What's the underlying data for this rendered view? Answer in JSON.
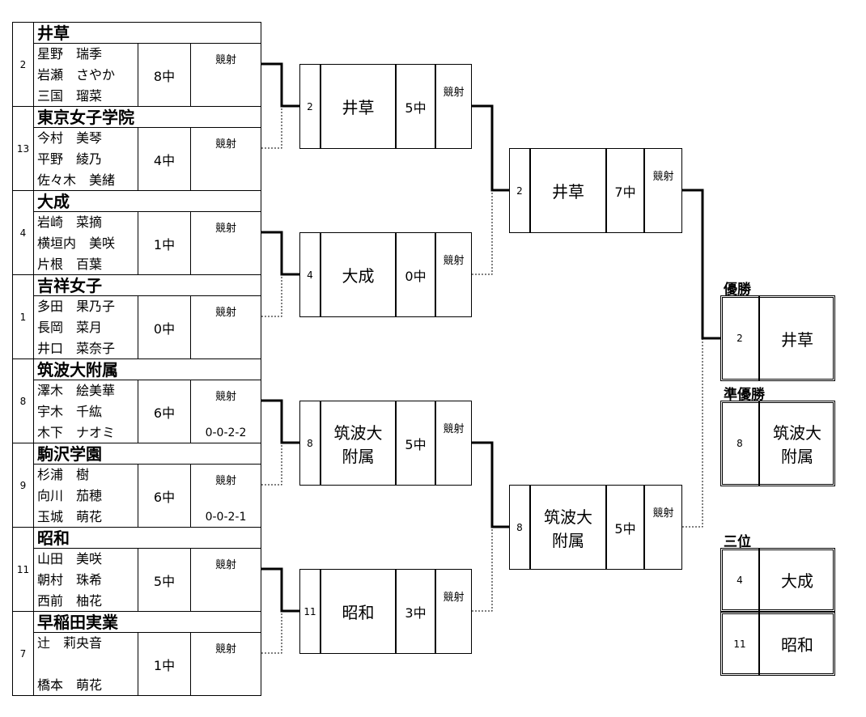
{
  "kyosha_label": "競射",
  "round1": [
    {
      "seed": "2",
      "name": "井草",
      "players": [
        "星野　瑞季",
        "岩瀬　さやか",
        "三国　瑠菜"
      ],
      "hits": "8中",
      "shootoff": ""
    },
    {
      "seed": "13",
      "name": "東京女子学院",
      "players": [
        "今村　美琴",
        "平野　綾乃",
        "佐々木　美緒"
      ],
      "hits": "4中",
      "shootoff": ""
    },
    {
      "seed": "4",
      "name": "大成",
      "players": [
        "岩崎　菜摘",
        "横垣内　美咲",
        "片根　百葉"
      ],
      "hits": "1中",
      "shootoff": ""
    },
    {
      "seed": "1",
      "name": "吉祥女子",
      "players": [
        "多田　果乃子",
        "長岡　菜月",
        "井口　菜奈子"
      ],
      "hits": "0中",
      "shootoff": ""
    },
    {
      "seed": "8",
      "name": "筑波大附属",
      "players": [
        "澤木　絵美華",
        "宇木　千紘",
        "木下　ナオミ"
      ],
      "hits": "6中",
      "shootoff": "0-0-2-2"
    },
    {
      "seed": "9",
      "name": "駒沢学園",
      "players": [
        "杉浦　樹",
        "向川　茄穂",
        "玉城　萌花"
      ],
      "hits": "6中",
      "shootoff": "0-0-2-1"
    },
    {
      "seed": "11",
      "name": "昭和",
      "players": [
        "山田　美咲",
        "朝村　珠希",
        "西前　柚花"
      ],
      "hits": "5中",
      "shootoff": ""
    },
    {
      "seed": "7",
      "name": "早稲田実業",
      "players": [
        "辻　莉央音",
        "",
        "橋本　萌花"
      ],
      "hits": "1中",
      "shootoff": ""
    }
  ],
  "round2": [
    {
      "seed": "2",
      "name": "井草",
      "hits": "5中"
    },
    {
      "seed": "4",
      "name": "大成",
      "hits": "0中"
    },
    {
      "seed": "8",
      "name": "筑波大\n附属",
      "hits": "5中"
    },
    {
      "seed": "11",
      "name": "昭和",
      "hits": "3中"
    }
  ],
  "round3": [
    {
      "seed": "2",
      "name": "井草",
      "hits": "7中"
    },
    {
      "seed": "8",
      "name": "筑波大\n附属",
      "hits": "5中"
    }
  ],
  "results": {
    "champion_label": "優勝",
    "champion": {
      "seed": "2",
      "name": "井草"
    },
    "runner_up_label": "準優勝",
    "runner_up": {
      "seed": "8",
      "name": "筑波大\n附属"
    },
    "third_label": "三位",
    "third": [
      {
        "seed": "4",
        "name": "大成"
      },
      {
        "seed": "11",
        "name": "昭和"
      }
    ]
  }
}
